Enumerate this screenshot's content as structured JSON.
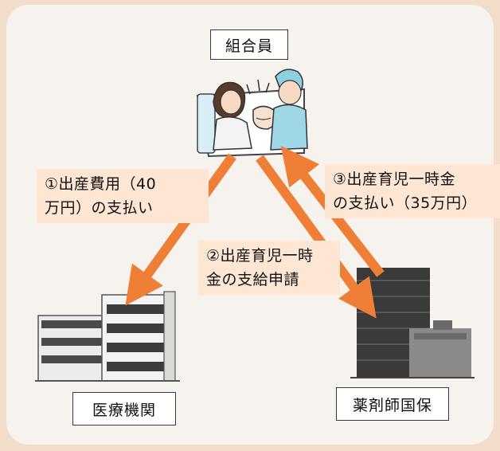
{
  "nodes": {
    "member": "組合員",
    "hospital": "医療機関",
    "nhi": "薬剤師国保"
  },
  "notes": {
    "step1_line1": "①出産費用（40",
    "step1_line2": "万円）の支払い",
    "step2_line1": "②出産育児一時",
    "step2_line2": "金の支給申請",
    "step3_line1": "③出産育児一時金",
    "step3_line2": "の支払い（35万円）"
  },
  "colors": {
    "arrow": "#ef7f36",
    "background": "#f2ddca",
    "note_fill": "#fde7d4"
  }
}
